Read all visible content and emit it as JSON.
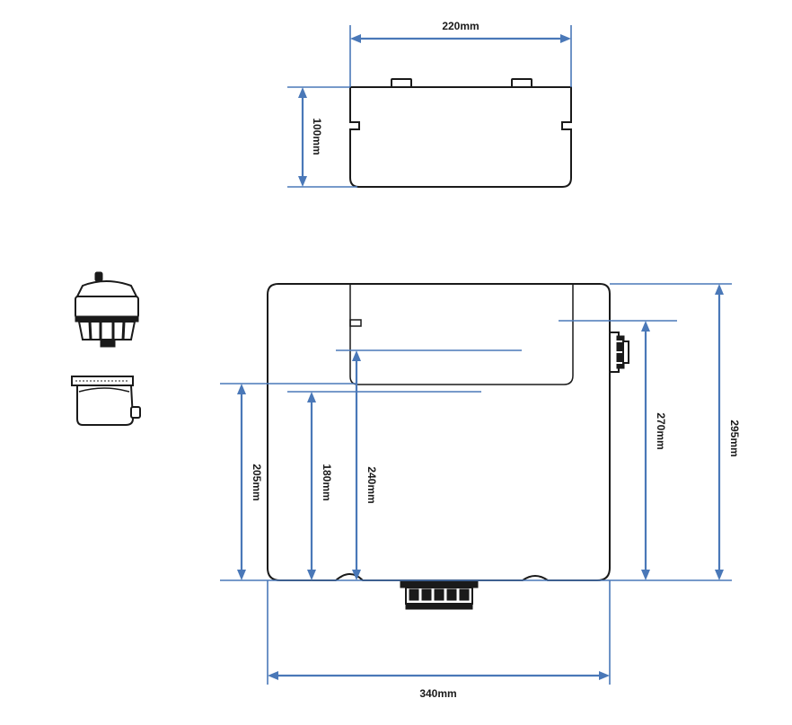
{
  "dimensions": {
    "top_width": "220mm",
    "top_depth": "100mm",
    "bottom_width": "340mm",
    "overall_height": "295mm",
    "side_inlet_height": "270mm",
    "inner_height_240": "240mm",
    "inner_height_180": "180mm",
    "inner_height_205": "205mm"
  },
  "colors": {
    "dimension_line": "#4a78b8",
    "outline": "#1a1a1a"
  },
  "icons": [
    "fill-valve-icon",
    "flush-valve-icon",
    "inlet-connector-icon",
    "outlet-connector-icon"
  ]
}
